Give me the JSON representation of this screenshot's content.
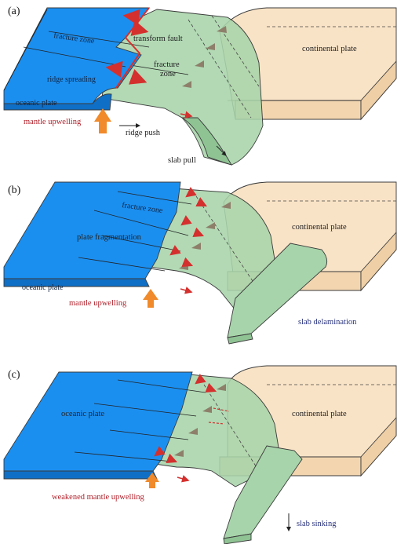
{
  "colors": {
    "oceanic": "#1b8ff0",
    "oceanic_dark": "#0f6fc6",
    "slab": "#a7d4aa",
    "continent": "#f9e3c6",
    "arrow_red": "#d4302e",
    "arrow_orange": "#f08a2a",
    "volcano": "#8d7f6a"
  },
  "panels": [
    {
      "id": "a",
      "tag": "(a)",
      "labels": {
        "fracture_zone_1": "fracture zone",
        "transform_fault": "transform fault",
        "fracture_zone_2a": "fracture",
        "fracture_zone_2b": "zone",
        "ridge_spreading": "ridge spreading",
        "oceanic_plate": "oceanic plate",
        "continental_plate": "continental plate",
        "mantle_upwelling": "mantle upwelling",
        "ridge_push": "ridge push",
        "slab_pull": "slab pull"
      }
    },
    {
      "id": "b",
      "tag": "(b)",
      "labels": {
        "fracture_zone": "fracture zone",
        "plate_fragmentation": "plate fragmentation",
        "oceanic_plate": "oceanic plate",
        "continental_plate": "continental plate",
        "mantle_upwelling": "mantle upwelling",
        "slab_delamination": "slab delamination"
      }
    },
    {
      "id": "c",
      "tag": "(c)",
      "labels": {
        "oceanic_plate": "oceanic plate",
        "continental_plate": "continental plate",
        "weakened_mantle_upwelling": "weakened mantle upwelling",
        "slab_sinking": "slab sinking"
      }
    }
  ]
}
